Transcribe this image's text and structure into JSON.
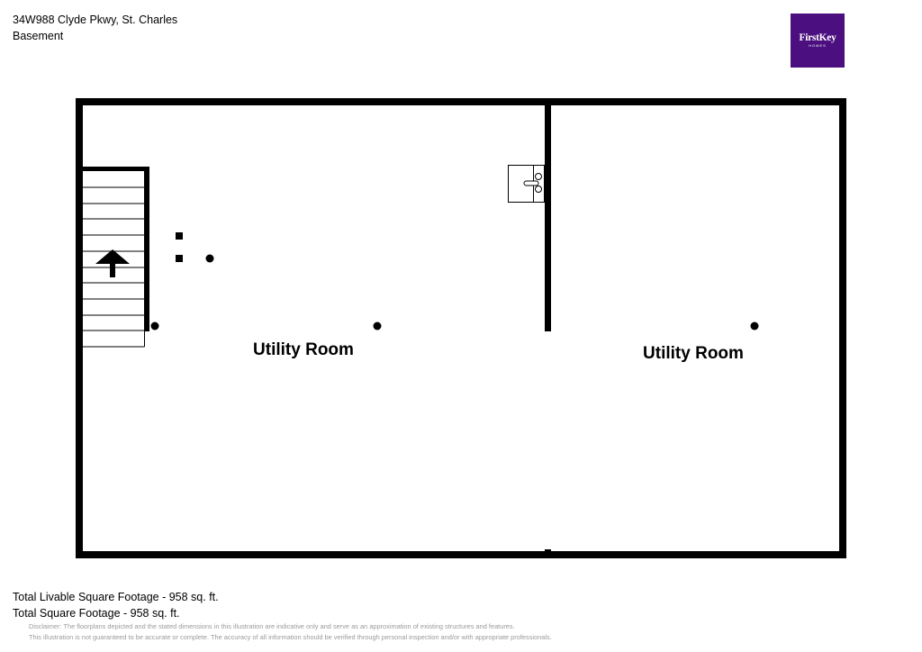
{
  "header": {
    "address": "34W988 Clyde Pkwy, St. Charles",
    "floor": "Basement"
  },
  "logo": {
    "brand": "FirstKey",
    "sub": "HOMES",
    "color": "#4b0f7f"
  },
  "rooms": [
    {
      "label": "Utility Room"
    },
    {
      "label": "Utility Room"
    }
  ],
  "footer": {
    "livable": "Total Livable Square Footage - 958 sq. ft.",
    "total": "Total Square Footage - 958 sq. ft.",
    "disclaimer1": "Disclaimer: The floorplans depicted and the stated dimensions in this illustration are indicative only and serve as an approximation of existing structures and features.",
    "disclaimer2": "This illustration is not guaranteed to be accurate or complete. The accuracy of all information should be verified through personal inspection and/or with appropriate professionals."
  },
  "icons": {
    "stairs": "stairs-up-arrow-icon",
    "sink": "sink-icon"
  }
}
